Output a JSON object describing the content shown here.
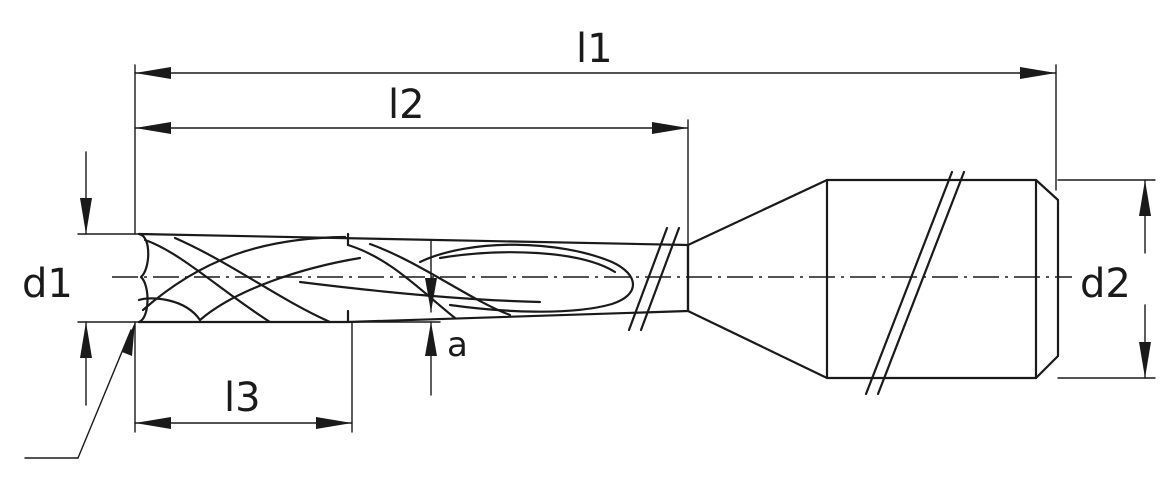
{
  "labels": {
    "l1": "l1",
    "l2": "l2",
    "l3": "l3",
    "d1": "d1",
    "d2": "d2",
    "a": "a"
  }
}
